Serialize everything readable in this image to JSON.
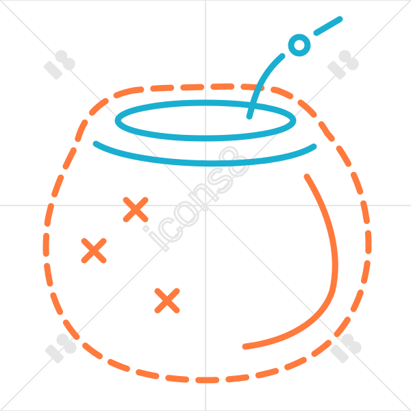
{
  "illustration": {
    "subject": "mate-gourd-with-bombilla",
    "colors": {
      "orange": "#FF7A3D",
      "blue": "#1AAFD0",
      "watermark": "#e6e6e6",
      "background": "#ffffff"
    }
  },
  "watermark": {
    "text": "icons8",
    "logo": "icons8-logo"
  }
}
